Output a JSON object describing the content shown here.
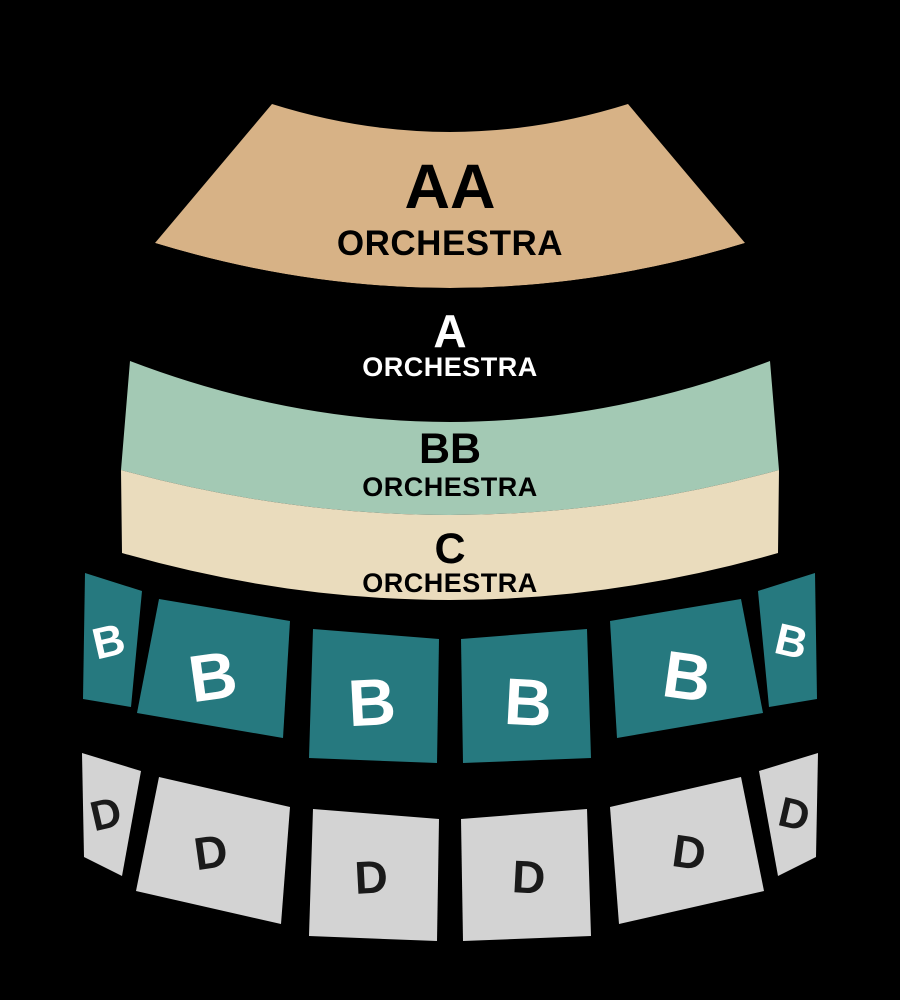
{
  "chart": {
    "background": "#000000",
    "sections": {
      "aa": {
        "label": "AA",
        "sublabel": "ORCHESTRA",
        "color": "#d7b286",
        "text_color": "#000000"
      },
      "a": {
        "label": "A",
        "sublabel": "ORCHESTRA",
        "color": "#000000",
        "text_color": "#ffffff"
      },
      "bb": {
        "label": "BB",
        "sublabel": "ORCHESTRA",
        "color": "#a3c9b4",
        "text_color": "#000000"
      },
      "c": {
        "label": "C",
        "sublabel": "ORCHESTRA",
        "color": "#eadcbd",
        "text_color": "#000000"
      },
      "b_row": {
        "color": "#26797f",
        "text_color": "#ffffff",
        "labels": [
          "B",
          "B",
          "B",
          "B",
          "B",
          "B"
        ]
      },
      "d_row": {
        "color": "#d3d3d3",
        "text_color": "#1a1a1a",
        "labels": [
          "D",
          "D",
          "D",
          "D",
          "D",
          "D"
        ]
      }
    }
  }
}
